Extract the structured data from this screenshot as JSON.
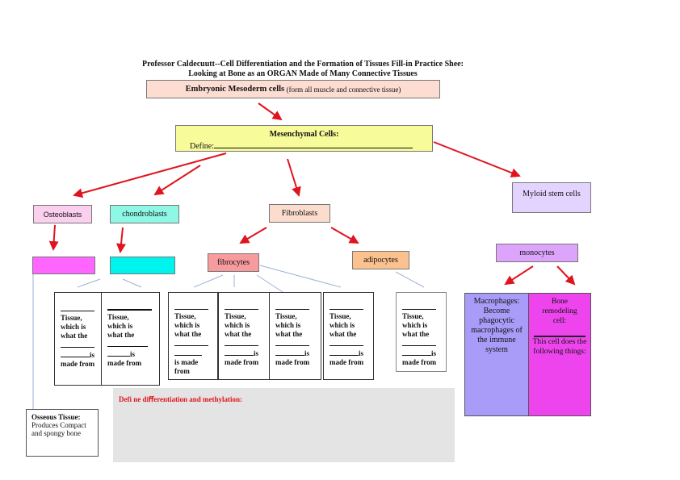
{
  "title": {
    "line1": "Professor Caldecuutt--Cell Differentiation and the Formation of Tissues Fill-in Practice Shee:",
    "line2": "Looking at Bone as an ORGAN Made of Many Connective Tissues"
  },
  "embryonic": {
    "bold": "Embryonic Mesoderm cells",
    "note": "(form all muscle and connective tissue)"
  },
  "mesenchymal": {
    "title": "Mesenchymal Cells:",
    "define_label": "Define:"
  },
  "cells": {
    "osteoblasts": "Osteoblasts",
    "chondroblasts": "chondroblasts",
    "fibroblasts": "Fibroblasts",
    "myloid": "Myloid stem cells",
    "fibrocytes": "fibrocytes",
    "adipocytes": "adipocytes",
    "monocytes": "monocytes"
  },
  "tissue": {
    "tissue": "Tissue,",
    "which": "which is",
    "what": "what the",
    "is": "is",
    "made": "made from",
    "is_made": "is made",
    "from": "from"
  },
  "macrophages": {
    "text": "Macrophages: Become phagocytic macrophages of the immune system"
  },
  "bone_cell": {
    "title": "Bone remodeling cell:",
    "text": "This cell does the following things:"
  },
  "define_prompt": "Defi ne diﬀerentiation and methylation:",
  "osseous": {
    "title": "Osseous Tissue:",
    "text": "Produces Compact and spongy bone"
  },
  "colors": {
    "arrow": "#e0141e",
    "line": "#9fb2d6",
    "embryonic": "#fddcd2",
    "mesenchymal": "#f7fb9a",
    "osteoblasts": "#fbd0ef",
    "chondroblasts": "#8ff7e6",
    "fibroblasts": "#fcdccc",
    "myloid": "#e3d4ff",
    "magenta": "#ff66ff",
    "cyan": "#00f4ee",
    "fibrocytes": "#f79b9f",
    "adipocytes": "#fbc28f",
    "monocytes": "#dca4fb",
    "macrophages": "#a99cf8",
    "bone": "#ee44ee",
    "gray": "#e4e4e4"
  }
}
